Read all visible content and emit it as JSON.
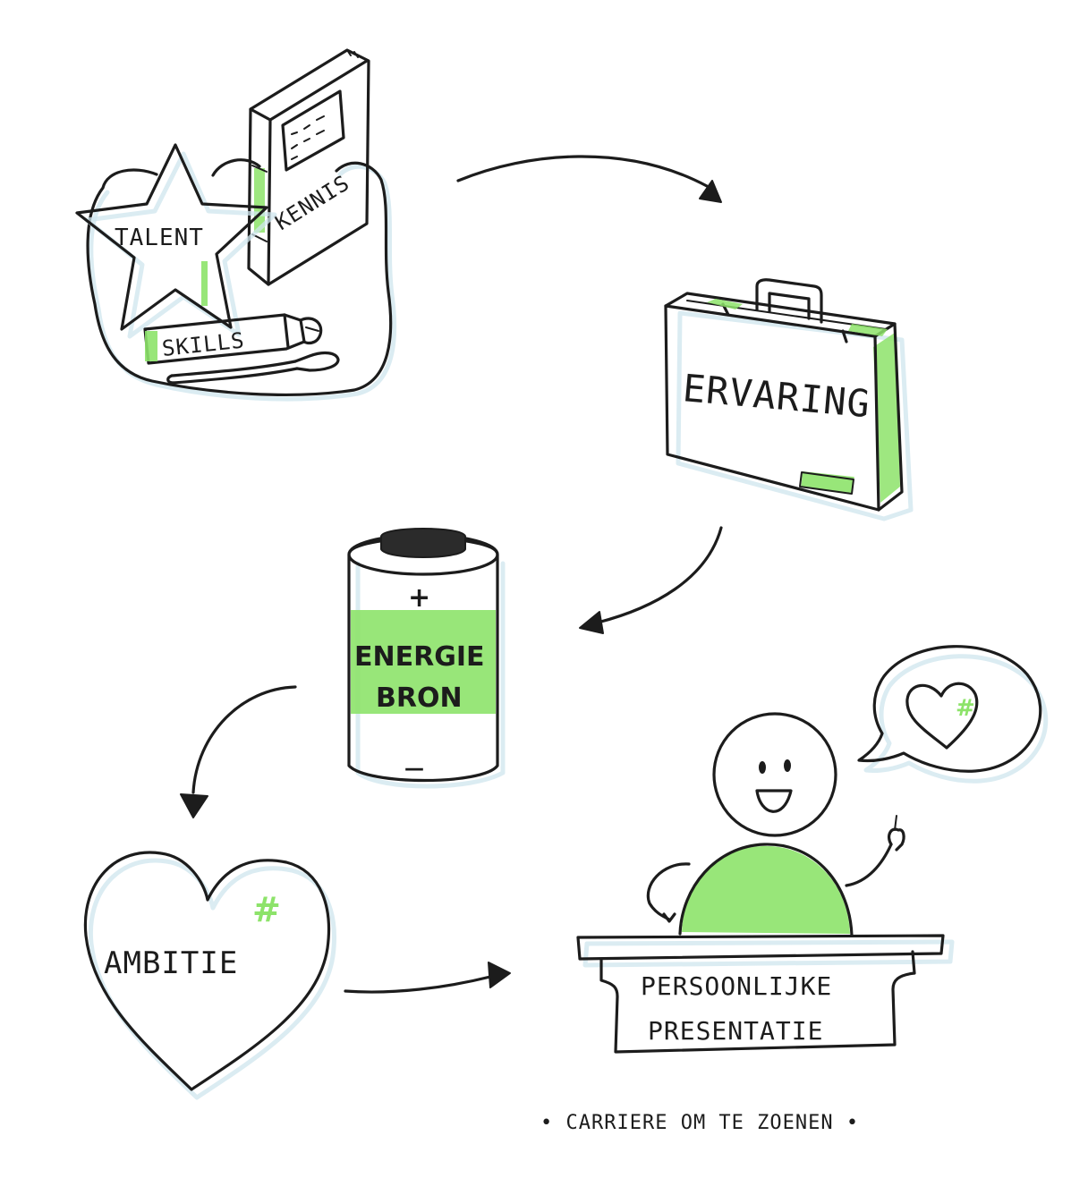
{
  "colors": {
    "ink": "#1c1c1c",
    "accent_green": "#8de36a",
    "shadow_blue": "#cfe6ee",
    "paper": "#ffffff"
  },
  "nodes": {
    "talent": "TALENT",
    "kennis": "KENNIS",
    "skills": "SKILLS",
    "ervaring": "ERVARING",
    "battery_plus": "+",
    "battery_minus": "—",
    "energie": "ENERGIE",
    "bron": "BRON",
    "ambitie": "AMBITIE",
    "ambitie_mark": "#",
    "heart_mark": "#",
    "presentatie_line1": "PERSOONLIJKE",
    "presentatie_line2": "PRESENTATIE"
  },
  "footer": {
    "tagline": "• CARRIERE OM TE ZOENEN •"
  },
  "icons": [
    "star-icon",
    "book-icon",
    "pencil-icon",
    "paintbrush-icon",
    "briefcase-icon",
    "battery-icon",
    "heart-icon",
    "speech-bubble-icon",
    "person-icon",
    "desk-icon"
  ]
}
